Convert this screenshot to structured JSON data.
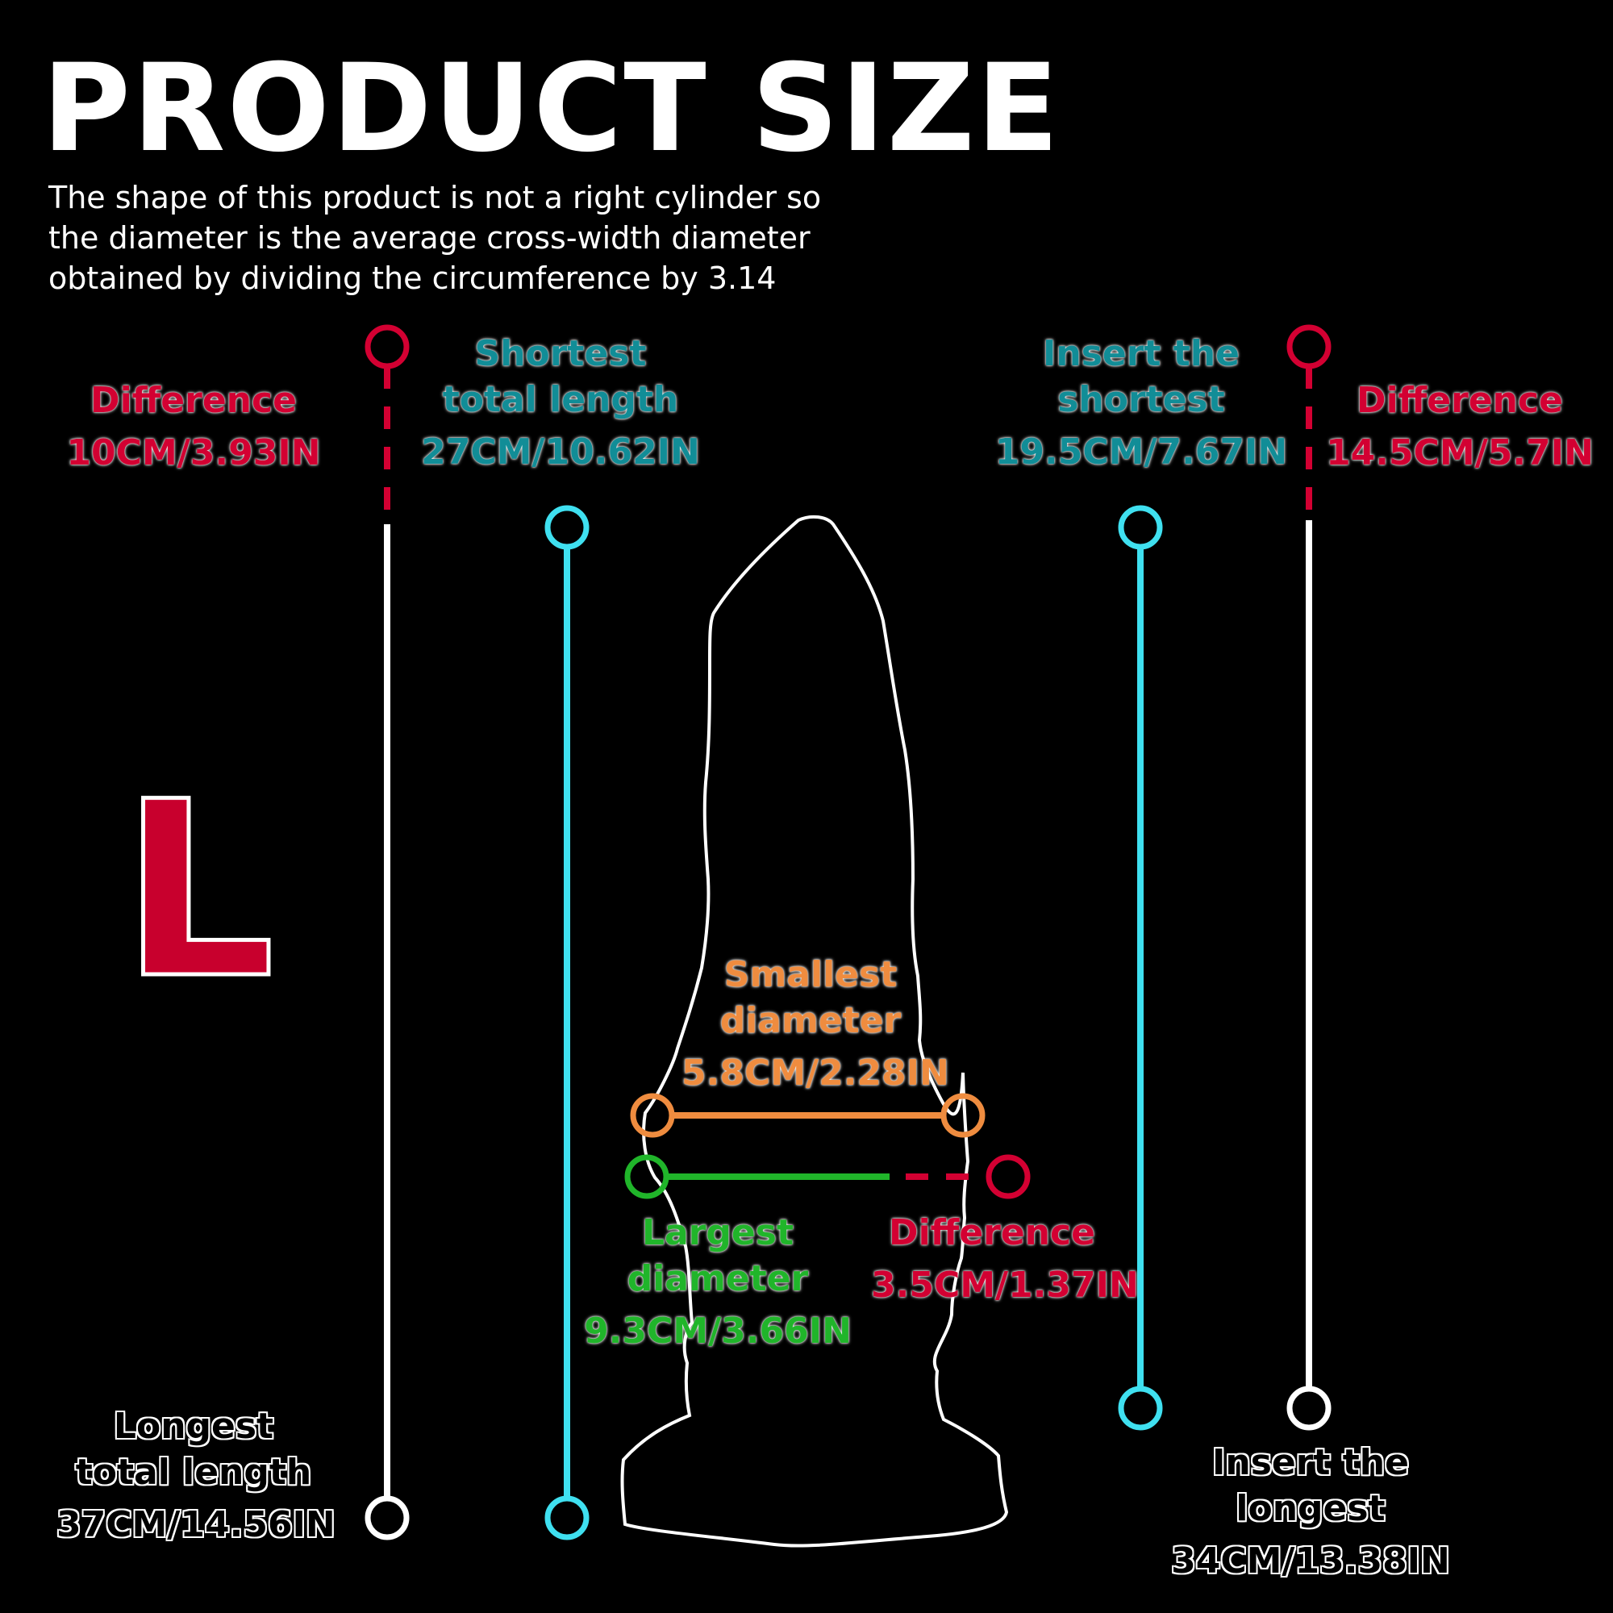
{
  "title": "PRODUCT SIZE",
  "subtitle_lines": [
    "The shape of this product is not a right cylinder so",
    "the diameter is the average cross-width diameter",
    "obtained by dividing the circumference by 3.14"
  ],
  "size_letter": "L",
  "labels": {
    "diff_left": {
      "title": "Difference",
      "value": "10CM/3.93IN"
    },
    "shortest_total": {
      "title_lines": [
        "Shortest",
        "total length"
      ],
      "value": "27CM/10.62IN"
    },
    "insert_shortest": {
      "title_lines": [
        "Insert the",
        "shortest"
      ],
      "value": "19.5CM/7.67IN"
    },
    "diff_right": {
      "title": "Difference",
      "value": "14.5CM/5.7IN"
    },
    "smallest_diameter": {
      "title_lines": [
        "Smallest",
        "diameter"
      ],
      "value": "5.8CM/2.28IN"
    },
    "largest_diameter": {
      "title_lines": [
        "Largest",
        "diameter"
      ],
      "value": "9.3CM/3.66IN"
    },
    "diff_diameter": {
      "title": "Difference",
      "value": "3.5CM/1.37IN"
    },
    "longest_total": {
      "title_lines": [
        "Longest",
        "total length"
      ],
      "value": "37CM/14.56IN"
    },
    "insert_longest": {
      "title_lines": [
        "Insert the",
        "longest"
      ],
      "value": "34CM/13.38IN"
    }
  },
  "colors": {
    "background": "#000000",
    "red": "#d30032",
    "cyan": "#3fe0f0",
    "white": "#ffffff",
    "orange": "#ef8c3f",
    "green": "#20b52a"
  }
}
